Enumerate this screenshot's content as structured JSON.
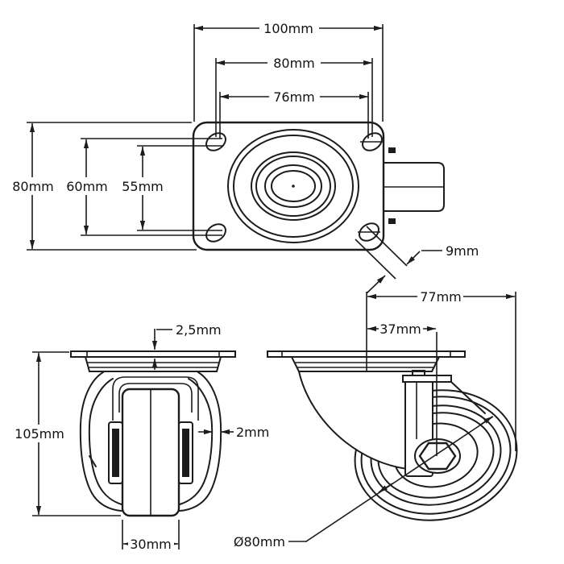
{
  "dimensions": {
    "top_view": {
      "overall_width": "100mm",
      "bolt_spacing_wide": "80mm",
      "bolt_spacing_narrow": "76mm",
      "overall_depth": "80mm",
      "bolt_spacing_deep": "60mm",
      "bolt_spacing_shallow": "55mm",
      "bolt_hole_width": "9mm"
    },
    "front_view": {
      "plate_thickness": "2,5mm",
      "overall_height": "105mm",
      "fork_thickness": "2mm",
      "wheel_width": "30mm"
    },
    "side_view": {
      "overall_length": "77mm",
      "axle_offset": "37mm",
      "wheel_diameter": "Ø80mm"
    }
  }
}
